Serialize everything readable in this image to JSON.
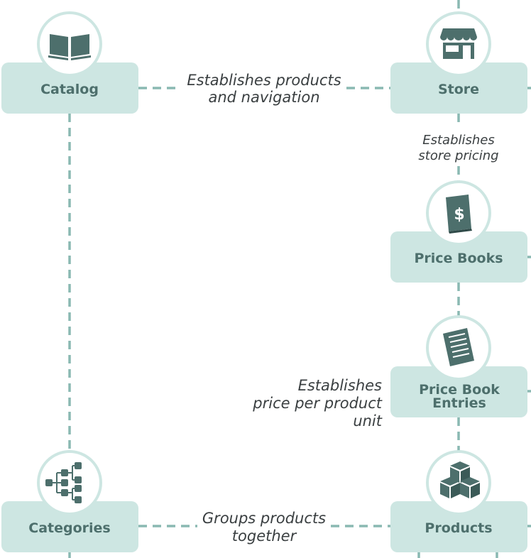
{
  "colors": {
    "box_fill": "#cde6e2",
    "connector": "#8ab9b2",
    "icon": "#4d6f6c",
    "node_text": "#4d6f6c",
    "edge_text": "#3a3f41"
  },
  "nodes": {
    "catalog": {
      "label": "Catalog",
      "icon": "open-book-icon"
    },
    "store": {
      "label": "Store",
      "icon": "storefront-icon"
    },
    "price_books": {
      "label": "Price Books",
      "icon": "price-book-icon"
    },
    "price_book_entries": {
      "label_line1": "Price Book",
      "label_line2": "Entries",
      "icon": "ledger-icon"
    },
    "categories": {
      "label": "Categories",
      "icon": "hierarchy-icon"
    },
    "products": {
      "label": "Products",
      "icon": "boxes-icon"
    }
  },
  "edges": {
    "catalog_store": {
      "line1": "Establishes products",
      "line2": "and navigation"
    },
    "store_pricebooks": {
      "line1": "Establishes",
      "line2": "store pricing"
    },
    "entries_products": {
      "line1": "Establishes",
      "line2": "price per product",
      "line3": "unit"
    },
    "categories_products": {
      "line1": "Groups products",
      "line2": "together"
    }
  }
}
